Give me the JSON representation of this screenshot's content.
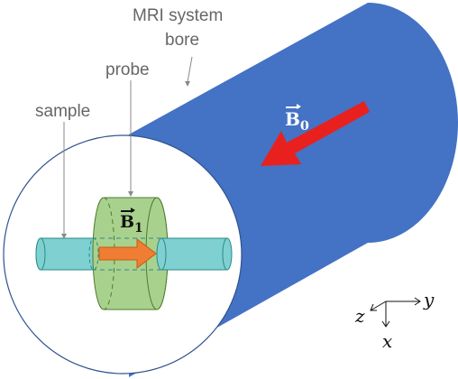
{
  "labels": {
    "mri_bore_line1": "MRI system",
    "mri_bore_line2": "bore",
    "probe": "probe",
    "sample": "sample"
  },
  "fields": {
    "b0": {
      "symbol": "B",
      "subscript": "0",
      "arrow_color": "#e8211f"
    },
    "b1": {
      "symbol": "B",
      "subscript": "1",
      "arrow_color": "#ef7d33"
    }
  },
  "axes": {
    "z": "z",
    "y": "y",
    "x": "x"
  },
  "colors": {
    "bore": "#4472c4",
    "probe_coil": "#a9d18e",
    "sample_tube": "#7fd0d0",
    "b0_arrow": "#e8211f",
    "b1_arrow": "#ef7d33"
  }
}
